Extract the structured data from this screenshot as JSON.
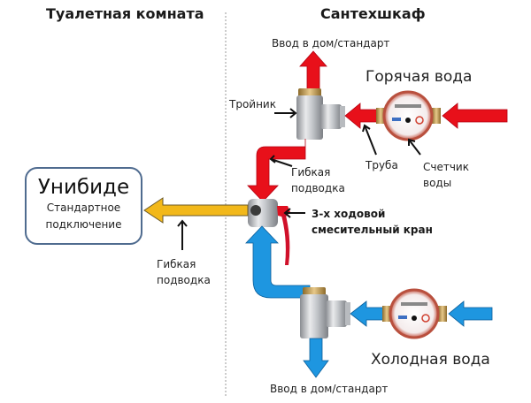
{
  "sections": {
    "left_title": "Туалетная комната",
    "right_title": "Сантехшкаф"
  },
  "bidet_box": {
    "title": "Унибиде",
    "subtitle_line1": "Стандартное",
    "subtitle_line2": "подключение"
  },
  "labels": {
    "inlet_top": "Ввод в дом/стандарт",
    "inlet_bottom": "Ввод в дом/стандарт",
    "hot_water": "Горячая вода",
    "cold_water": "Холодная вода",
    "tee": "Тройник",
    "pipe": "Труба",
    "meter_line1": "Счетчик",
    "meter_line2": "воды",
    "flex_hose_top_line1": "Гибкая",
    "flex_hose_top_line2": "подводка",
    "flex_hose_left_line1": "Гибкая",
    "flex_hose_left_line2": "подводка",
    "valve_line1": "3-х ходовой",
    "valve_line2": "смесительный кран"
  },
  "colors": {
    "hot": "#e8101a",
    "cold": "#1e96e0",
    "mixed": "#f2b81a",
    "box_border": "#4f6b8f",
    "divider": "#bbbbbb"
  }
}
